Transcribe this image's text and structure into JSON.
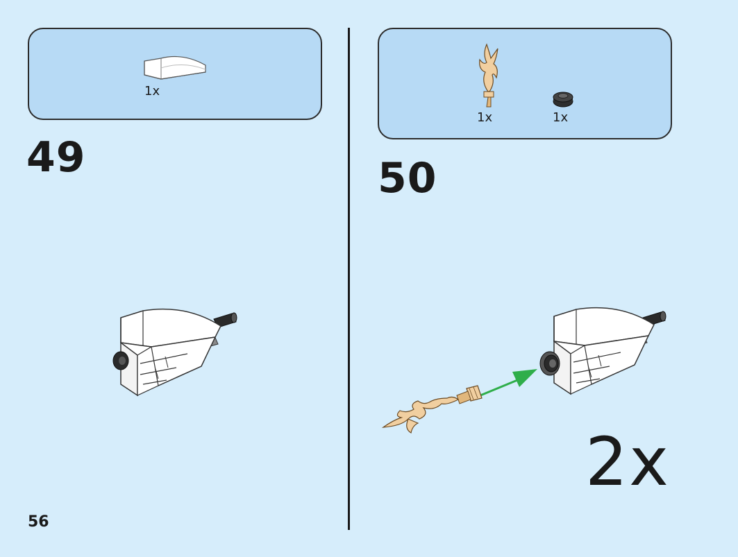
{
  "page": {
    "number": "56"
  },
  "step49": {
    "number": "49",
    "parts": [
      {
        "name": "white-curved-slope-brick",
        "qty": "1x"
      }
    ]
  },
  "step50": {
    "number": "50",
    "parts": [
      {
        "name": "tan-flame-piece",
        "qty": "1x"
      },
      {
        "name": "dark-gray-round-plate",
        "qty": "1x"
      }
    ],
    "multiplier": "2x"
  },
  "colors": {
    "page_bg": "#d6edfb",
    "parts_box_bg": "#b7daf5",
    "arrow": "#2fae4a",
    "flame": "#f1cfa0",
    "brick": "#ffffff",
    "dark": "#2a2a2a"
  }
}
